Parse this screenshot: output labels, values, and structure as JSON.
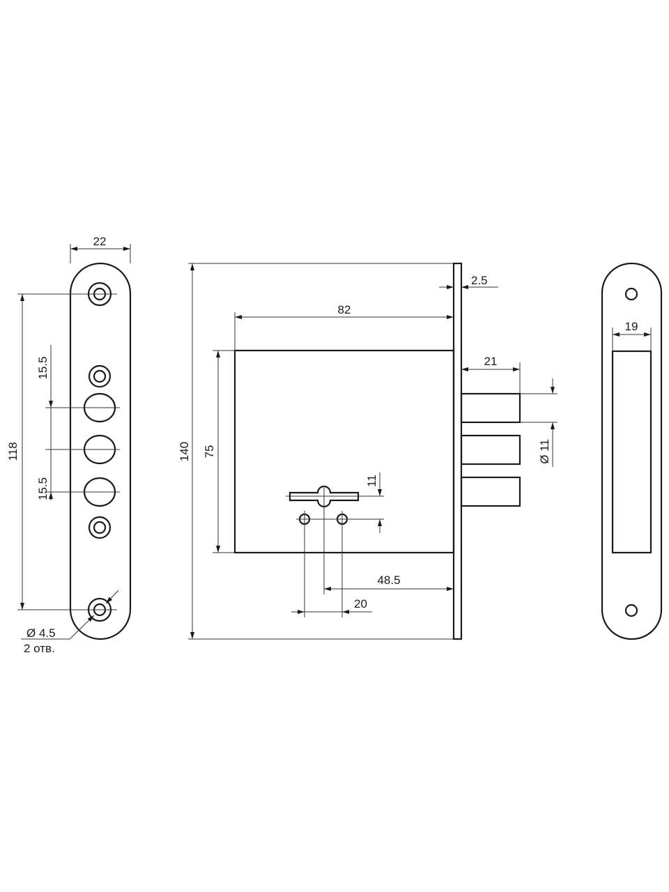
{
  "drawing": {
    "faceplate": {
      "width": "22",
      "hole_spacing": "118",
      "pitch_upper": "15.5",
      "pitch_lower": "15.5",
      "screw_hole": "Ø 4.5",
      "screw_hole_count": "2 отв."
    },
    "lock_body": {
      "overall_height": "140",
      "body_height": "75",
      "body_depth": "82",
      "faceplate_thickness": "2.5",
      "bolt_projection": "21",
      "bolt_diameter": "Ø 11",
      "keyhole_offset": "11",
      "backset": "48.5",
      "hole_spacing": "20"
    },
    "strike_plate": {
      "opening_width": "19"
    }
  },
  "colors": {
    "line": "#1a1a1a",
    "background": "#ffffff"
  }
}
